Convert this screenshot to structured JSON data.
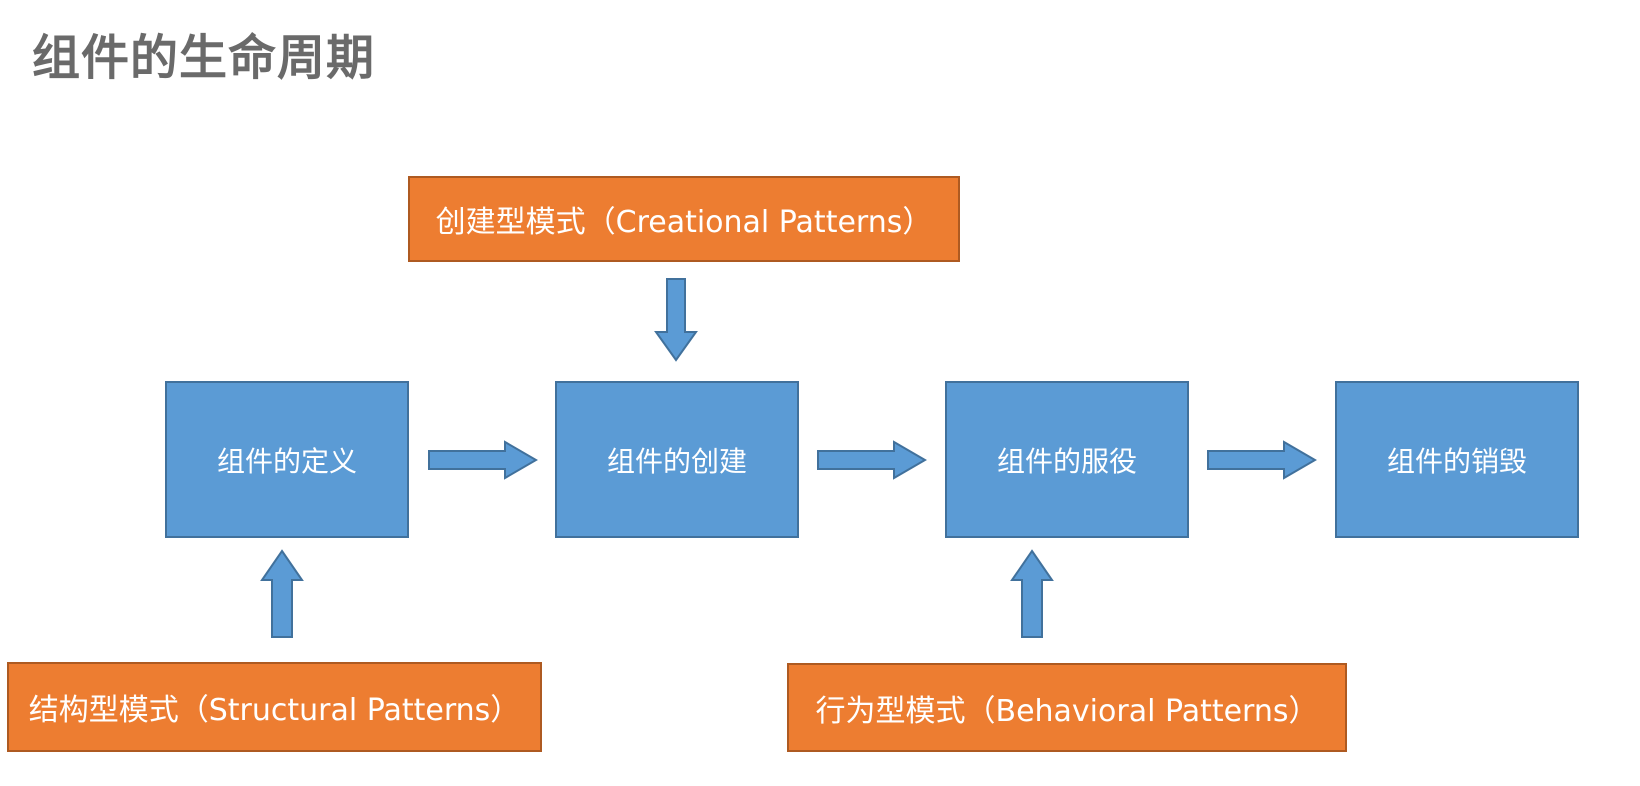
{
  "title": "组件的生命周期",
  "colors": {
    "background": "#FFFFFF",
    "title_color": "#6A6A6A",
    "box_text": "#FFFFFF",
    "blue_fill": "#5B9BD5",
    "blue_border": "#41719C",
    "orange_fill": "#ED7D31",
    "orange_border": "#AE5A21"
  },
  "patterns": {
    "creational": {
      "label": "创建型模式（Creational Patterns）"
    },
    "structural": {
      "label": "结构型模式（Structural Patterns）"
    },
    "behavioral": {
      "label": "行为型模式（Behavioral Patterns）"
    }
  },
  "stages": [
    {
      "id": "definition",
      "label": "组件的定义"
    },
    {
      "id": "creation",
      "label": "组件的创建"
    },
    {
      "id": "service",
      "label": "组件的服役"
    },
    {
      "id": "destruction",
      "label": "组件的销毁"
    }
  ],
  "arrows": [
    {
      "from": "创建型模式（Creational Patterns）",
      "to": "组件的创建",
      "direction": "down"
    },
    {
      "from": "组件的定义",
      "to": "组件的创建",
      "direction": "right"
    },
    {
      "from": "组件的创建",
      "to": "组件的服役",
      "direction": "right"
    },
    {
      "from": "组件的服役",
      "to": "组件的销毁",
      "direction": "right"
    },
    {
      "from": "结构型模式（Structural Patterns）",
      "to": "组件的定义",
      "direction": "up"
    },
    {
      "from": "行为型模式（Behavioral Patterns）",
      "to": "组件的服役",
      "direction": "up"
    }
  ]
}
